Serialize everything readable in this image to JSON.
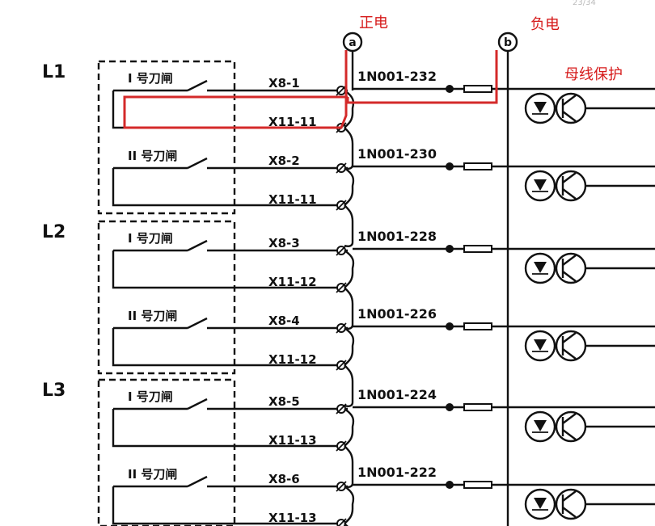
{
  "page_number": "23/34",
  "positive_label": "正电",
  "negative_label": "负电",
  "bus_protection_label": "母线保护",
  "terminal_a": "a",
  "terminal_b": "b",
  "lines": [
    {
      "name": "L1",
      "circuits": [
        {
          "switch_label": "I 号刀闸",
          "x8": "X8-1",
          "x11": "X11-11",
          "wire": "1N001-232"
        },
        {
          "switch_label": "II 号刀闸",
          "x8": "X8-2",
          "x11": "X11-11",
          "wire": "1N001-230"
        }
      ]
    },
    {
      "name": "L2",
      "circuits": [
        {
          "switch_label": "I 号刀闸",
          "x8": "X8-3",
          "x11": "X11-12",
          "wire": "1N001-228"
        },
        {
          "switch_label": "II 号刀闸",
          "x8": "X8-4",
          "x11": "X11-12",
          "wire": "1N001-226"
        }
      ]
    },
    {
      "name": "L3",
      "circuits": [
        {
          "switch_label": "I 号刀闸",
          "x8": "X8-5",
          "x11": "X11-13",
          "wire": "1N001-224"
        },
        {
          "switch_label": "II 号刀闸",
          "x8": "X8-6",
          "x11": "X11-13",
          "wire": "1N001-222"
        }
      ]
    }
  ],
  "colors": {
    "ink": "#111111",
    "annotation": "#d61a1a",
    "highlight": "#d42a2a"
  }
}
